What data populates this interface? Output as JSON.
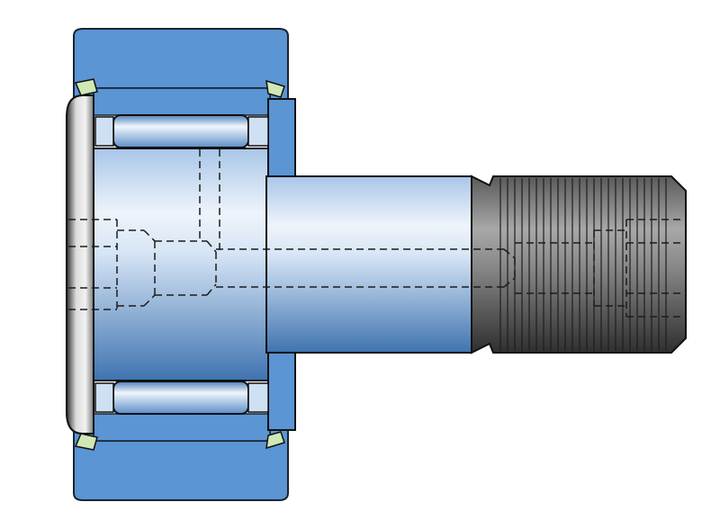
{
  "diagram": {
    "type": "cross-section",
    "subject": "cam-follower",
    "colors": {
      "outer_ring": "#5b95d4",
      "outer_ring_stroke": "#1a2330",
      "roller_light": "#eef4fb",
      "roller_dark": "#4f7fb8",
      "shaft_light": "#e8f1fa",
      "shaft_dark": "#3f73b0",
      "thread_light": "#9a9a9a",
      "thread_dark": "#3a3a3a",
      "washer_light": "#e6e6e6",
      "washer_dark": "#2f2f2f",
      "seal": "#cfe8b4",
      "outline": "#111111",
      "hidden_line": "#1c1c1c"
    },
    "hidden_lines": "dashed"
  }
}
